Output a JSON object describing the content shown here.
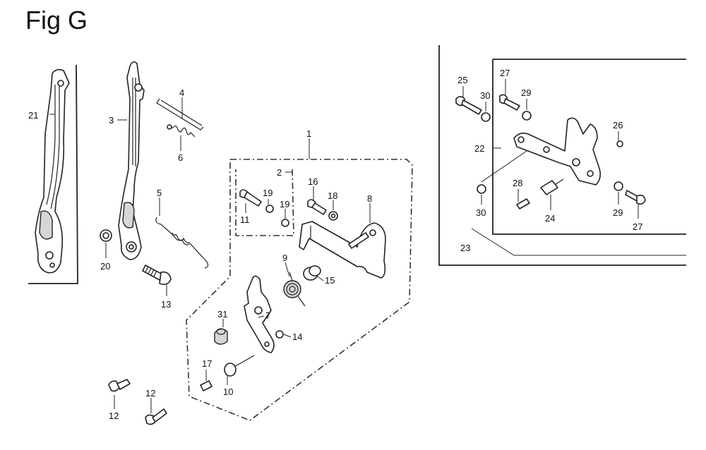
{
  "figure": {
    "title": "Fig G",
    "callouts": {
      "c1": "1",
      "c2": "2",
      "c3": "3",
      "c4": "4",
      "c5": "5",
      "c6": "6",
      "c7": "7",
      "c8": "8",
      "c9": "9",
      "c10": "10",
      "c11": "11",
      "c12a": "12",
      "c12b": "12",
      "c13": "13",
      "c14": "14",
      "c15": "15",
      "c16": "16",
      "c17": "17",
      "c18": "18",
      "c19a": "19",
      "c19b": "19",
      "c20": "20",
      "c21": "21",
      "c22": "22",
      "c23": "23",
      "c24": "24",
      "c25": "25",
      "c26": "26",
      "c27a": "27",
      "c27b": "27",
      "c28": "28",
      "c29a": "29",
      "c29b": "29",
      "c30a": "30",
      "c30b": "30",
      "c31": "31"
    }
  }
}
